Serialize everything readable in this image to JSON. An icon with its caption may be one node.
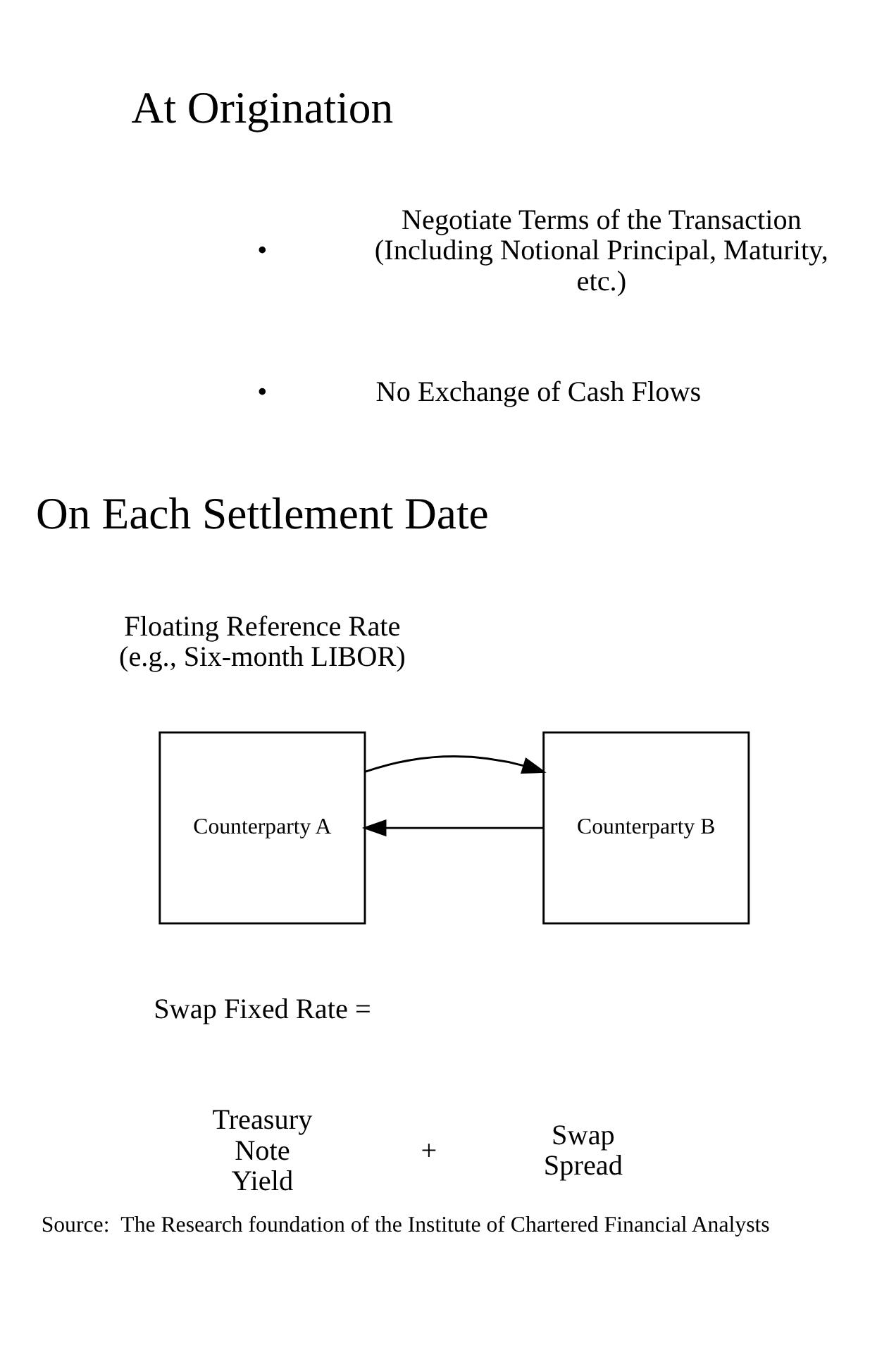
{
  "diagram": {
    "caption": "Source:  The Research foundation of the Institute of Chartered Financial Analysts",
    "nodes": [
      {
        "text": [
          "Counterparty A"
        ]
      },
      {
        "text": [
          "Counterparty B"
        ]
      }
    ],
    "edges": [
      {
        "from": 1,
        "to": 0,
        "arrow": "to"
      },
      {
        "from": 0,
        "to": 1,
        "arrow": "to"
      }
    ],
    "labels": [
      "At Origination",
      "•",
      "Negotiate Terms of the Transaction (Including Notional Principal, Maturity, etc.)",
      "•",
      "No Exchange of Cash Flows",
      "On Each Settlement Date",
      "Floating Reference Rate (e.g., Six-month LIBOR)",
      "Swap Fixed Rate =",
      "Treasury Note Yield",
      "+",
      "Swap Spread"
    ]
  }
}
